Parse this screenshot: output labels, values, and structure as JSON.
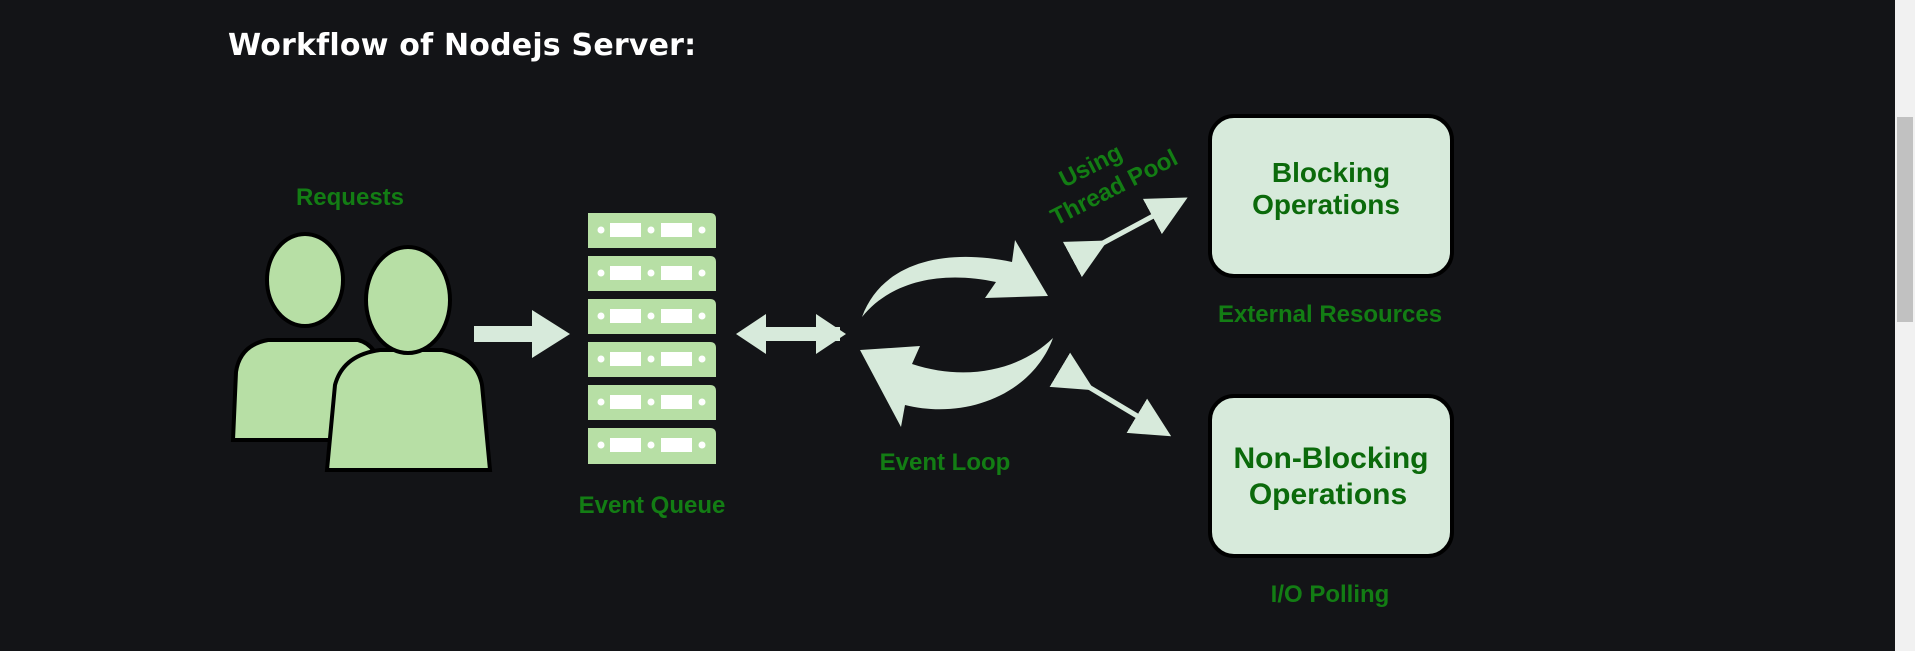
{
  "heading": "Workflow of Nodejs Server:",
  "diagram": {
    "requests_label": "Requests",
    "event_queue_label": "Event Queue",
    "event_loop_label": "Event Loop",
    "thread_pool_line1": "Using",
    "thread_pool_line2": "Thread Pool",
    "blocking_line1": "Blocking",
    "blocking_line2": "Operations",
    "external_resources_label": "External Resources",
    "nonblocking_line1": "Non-Blocking",
    "nonblocking_line2": "Operations",
    "io_polling_label": "I/O Polling"
  },
  "colors": {
    "background": "#131417",
    "label_green": "#137d14",
    "light_green": "#b7dfa5",
    "pale_green": "#d7eadb",
    "box_text": "#0b6a0b"
  }
}
